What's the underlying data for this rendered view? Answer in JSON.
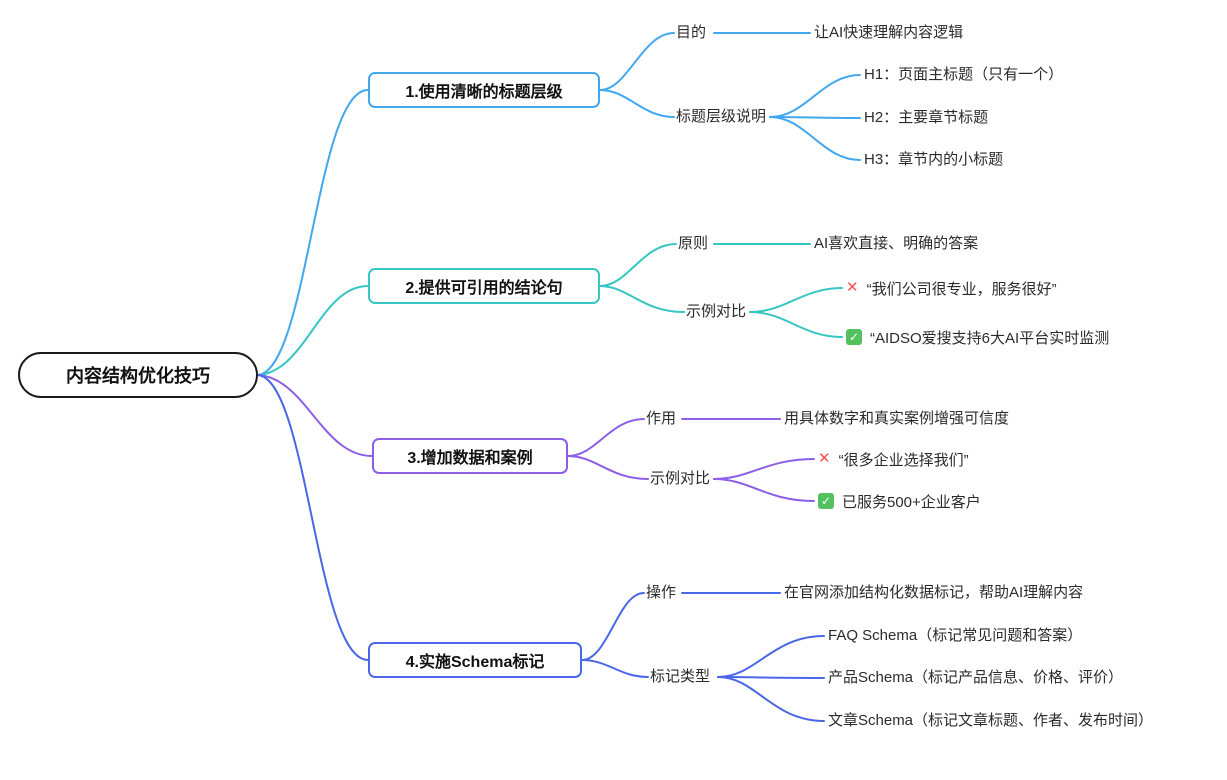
{
  "root": {
    "label": "内容结构优化技巧"
  },
  "icons": {
    "cross": "✕",
    "check": "✓"
  },
  "colors": {
    "root_border": "#1A1A1A",
    "branch1": "#41A8F0",
    "branch2": "#36C6C4",
    "branch3": "#8B5FE8",
    "branch4": "#4A67E8",
    "cross_red": "#F5534E",
    "check_green": "#52C15E"
  },
  "branches": [
    {
      "label": "1.使用清晰的标题层级",
      "color": "#41A8F0",
      "children": [
        {
          "label": "目的",
          "leaves": [
            {
              "text": "让AI快速理解内容逻辑"
            }
          ]
        },
        {
          "label": "标题层级说明",
          "leaves": [
            {
              "text": "H1：页面主标题（只有一个）"
            },
            {
              "text": "H2：主要章节标题"
            },
            {
              "text": "H3：章节内的小标题"
            }
          ]
        }
      ]
    },
    {
      "label": "2.提供可引用的结论句",
      "color": "#36C6C4",
      "children": [
        {
          "label": "原则",
          "leaves": [
            {
              "text": "AI喜欢直接、明确的答案"
            }
          ]
        },
        {
          "label": "示例对比",
          "leaves": [
            {
              "icon": "cross",
              "text": "“我们公司很专业，服务很好”"
            },
            {
              "icon": "check",
              "text": "“AIDSO爱搜支持6大AI平台实时监测"
            }
          ]
        }
      ]
    },
    {
      "label": "3.增加数据和案例",
      "color": "#8B5FE8",
      "children": [
        {
          "label": "作用",
          "leaves": [
            {
              "text": "用具体数字和真实案例增强可信度"
            }
          ]
        },
        {
          "label": "示例对比",
          "leaves": [
            {
              "icon": "cross",
              "text": "“很多企业选择我们”"
            },
            {
              "icon": "check",
              "text": "已服务500+企业客户"
            }
          ]
        }
      ]
    },
    {
      "label": "4.实施Schema标记",
      "color": "#4A67E8",
      "children": [
        {
          "label": "操作",
          "leaves": [
            {
              "text": "在官网添加结构化数据标记，帮助AI理解内容"
            }
          ]
        },
        {
          "label": "标记类型",
          "leaves": [
            {
              "text": "FAQ Schema（标记常见问题和答案）"
            },
            {
              "text": "产品Schema（标记产品信息、价格、评价）"
            },
            {
              "text": "文章Schema（标记文章标题、作者、发布时间）"
            }
          ]
        }
      ]
    }
  ]
}
